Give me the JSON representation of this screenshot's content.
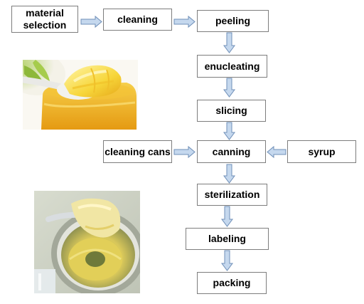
{
  "nodes": {
    "material_selection": {
      "line1": "material",
      "line2": "selection"
    },
    "cleaning": "cleaning",
    "peeling": "peeling",
    "enucleating": "enucleating",
    "slicing": "slicing",
    "canning": "canning",
    "cleaning_cans": "cleaning cans",
    "syrup": "syrup",
    "sterilization": "sterilization",
    "labeling": "labeling",
    "packing": "packing"
  },
  "colors": {
    "arrow_fill": "#c5d8ee",
    "arrow_stroke": "#6f8fb8",
    "box_border": "#7d7d7d"
  }
}
